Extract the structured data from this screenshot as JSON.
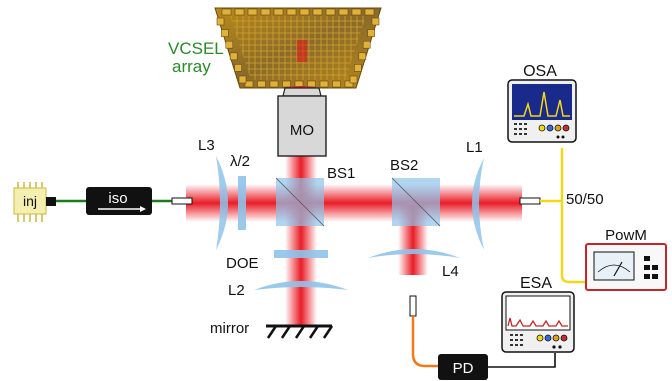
{
  "labels": {
    "vcsel_line1": "VCSEL",
    "vcsel_line2": "array",
    "mo": "MO",
    "l3": "L3",
    "half_wave": "λ/2",
    "bs1": "BS1",
    "bs2": "BS2",
    "l1": "L1",
    "osa": "OSA",
    "split": "50/50",
    "powm": "PowM",
    "doe": "DOE",
    "l2": "L2",
    "l4": "L4",
    "esa": "ESA",
    "mirror": "mirror",
    "pd": "PD",
    "inj": "inj",
    "iso": "iso"
  },
  "colors": {
    "beam": "#e8101a",
    "optic": "#8fc3ea",
    "fiber_green": "#1a7a1a",
    "fiber_yellow": "#f2d81a",
    "fiber_orange": "#f07a1a",
    "chip_gold": "#d9a62a",
    "vcsel_text": "#2a8a2a",
    "inj_box": "#f4efb0",
    "powm_border": "#c0262c"
  },
  "icons": {
    "mirror": "hatched-mirror-icon",
    "isolator": "arrow-icon",
    "osa_screen": "spectrum-icon",
    "esa_screen": "rf-spectrum-icon",
    "powm_screen": "analog-meter-icon"
  }
}
